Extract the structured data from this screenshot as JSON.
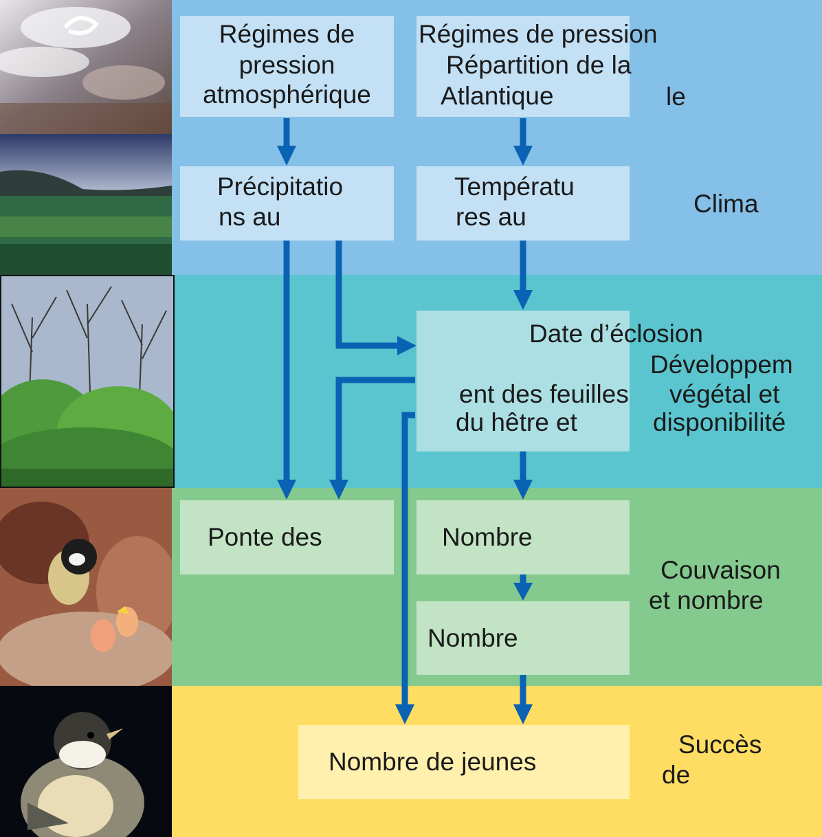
{
  "colors": {
    "band_climate": "#84c0e8",
    "band_plants": "#5ac5cf",
    "band_brood": "#84c98e",
    "band_success": "#ffdd63",
    "box_climate": "#c3e0f5",
    "box_plants": "#acdfe3",
    "box_brood": "#c2e3c4",
    "box_success": "#fff0ad",
    "arrow": "#0a62b3"
  },
  "photos": [
    "cloud-satellite-photo",
    "landscape-photo",
    "forest-photo",
    "nest-chicks-photo",
    "young-bird-photo"
  ],
  "boxes": {
    "pressure_left": [
      "Régimes de",
      "pression",
      "atmosphérique"
    ],
    "pressure_right": [
      "Régimes de pression",
      "Répartition de la",
      "Atlantique"
    ],
    "precipitation": [
      "Précipitatio",
      "ns au"
    ],
    "temperature": [
      "Températu",
      "res au"
    ],
    "hatching": [
      "Date d’éclosion",
      "ent des feuilles",
      "du hêtre et"
    ],
    "laying": [
      "Ponte des"
    ],
    "number1": [
      "Nombre"
    ],
    "number2": [
      "Nombre"
    ],
    "young": [
      "Nombre de jeunes"
    ]
  },
  "side_labels": {
    "le": "le",
    "climate": "Clima",
    "development": [
      "Développem",
      "végétal et",
      "disponibilité"
    ],
    "brood": [
      "Couvaison",
      "et nombre"
    ],
    "success": [
      "Succès",
      "de"
    ]
  }
}
